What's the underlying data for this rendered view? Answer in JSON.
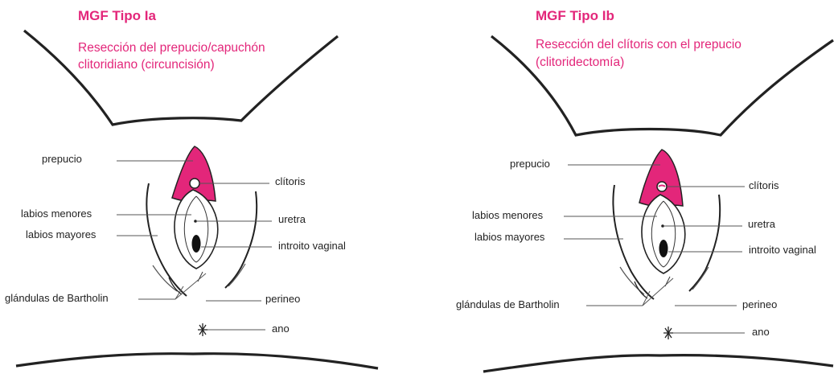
{
  "colors": {
    "accent": "#e3267a",
    "ink": "#222222"
  },
  "panels": [
    {
      "title": "MGF Tipo Ia",
      "subtitle_lines": [
        "Resección del prepucio/capuchón",
        "clitoridiano (circuncisión)"
      ],
      "labels": {
        "prepucio": "prepucio",
        "clitoris": "clítoris",
        "labios_menores": "labios menores",
        "uretra": "uretra",
        "labios_mayores": "labios mayores",
        "introito_vaginal": "introito vaginal",
        "glandulas_bartholin": "glándulas de Bartholin",
        "perineo": "perineo",
        "ano": "ano"
      }
    },
    {
      "title": "MGF Tipo Ib",
      "subtitle_lines": [
        "Resección del clítoris con el prepucio",
        "(clitoridectomía)"
      ],
      "labels": {
        "prepucio": "prepucio",
        "clitoris": "clítoris",
        "labios_menores": "labios menores",
        "uretra": "uretra",
        "labios_mayores": "labios mayores",
        "introito_vaginal": "introito vaginal",
        "glandulas_bartholin": "glándulas de Bartholin",
        "perineo": "perineo",
        "ano": "ano"
      }
    }
  ]
}
